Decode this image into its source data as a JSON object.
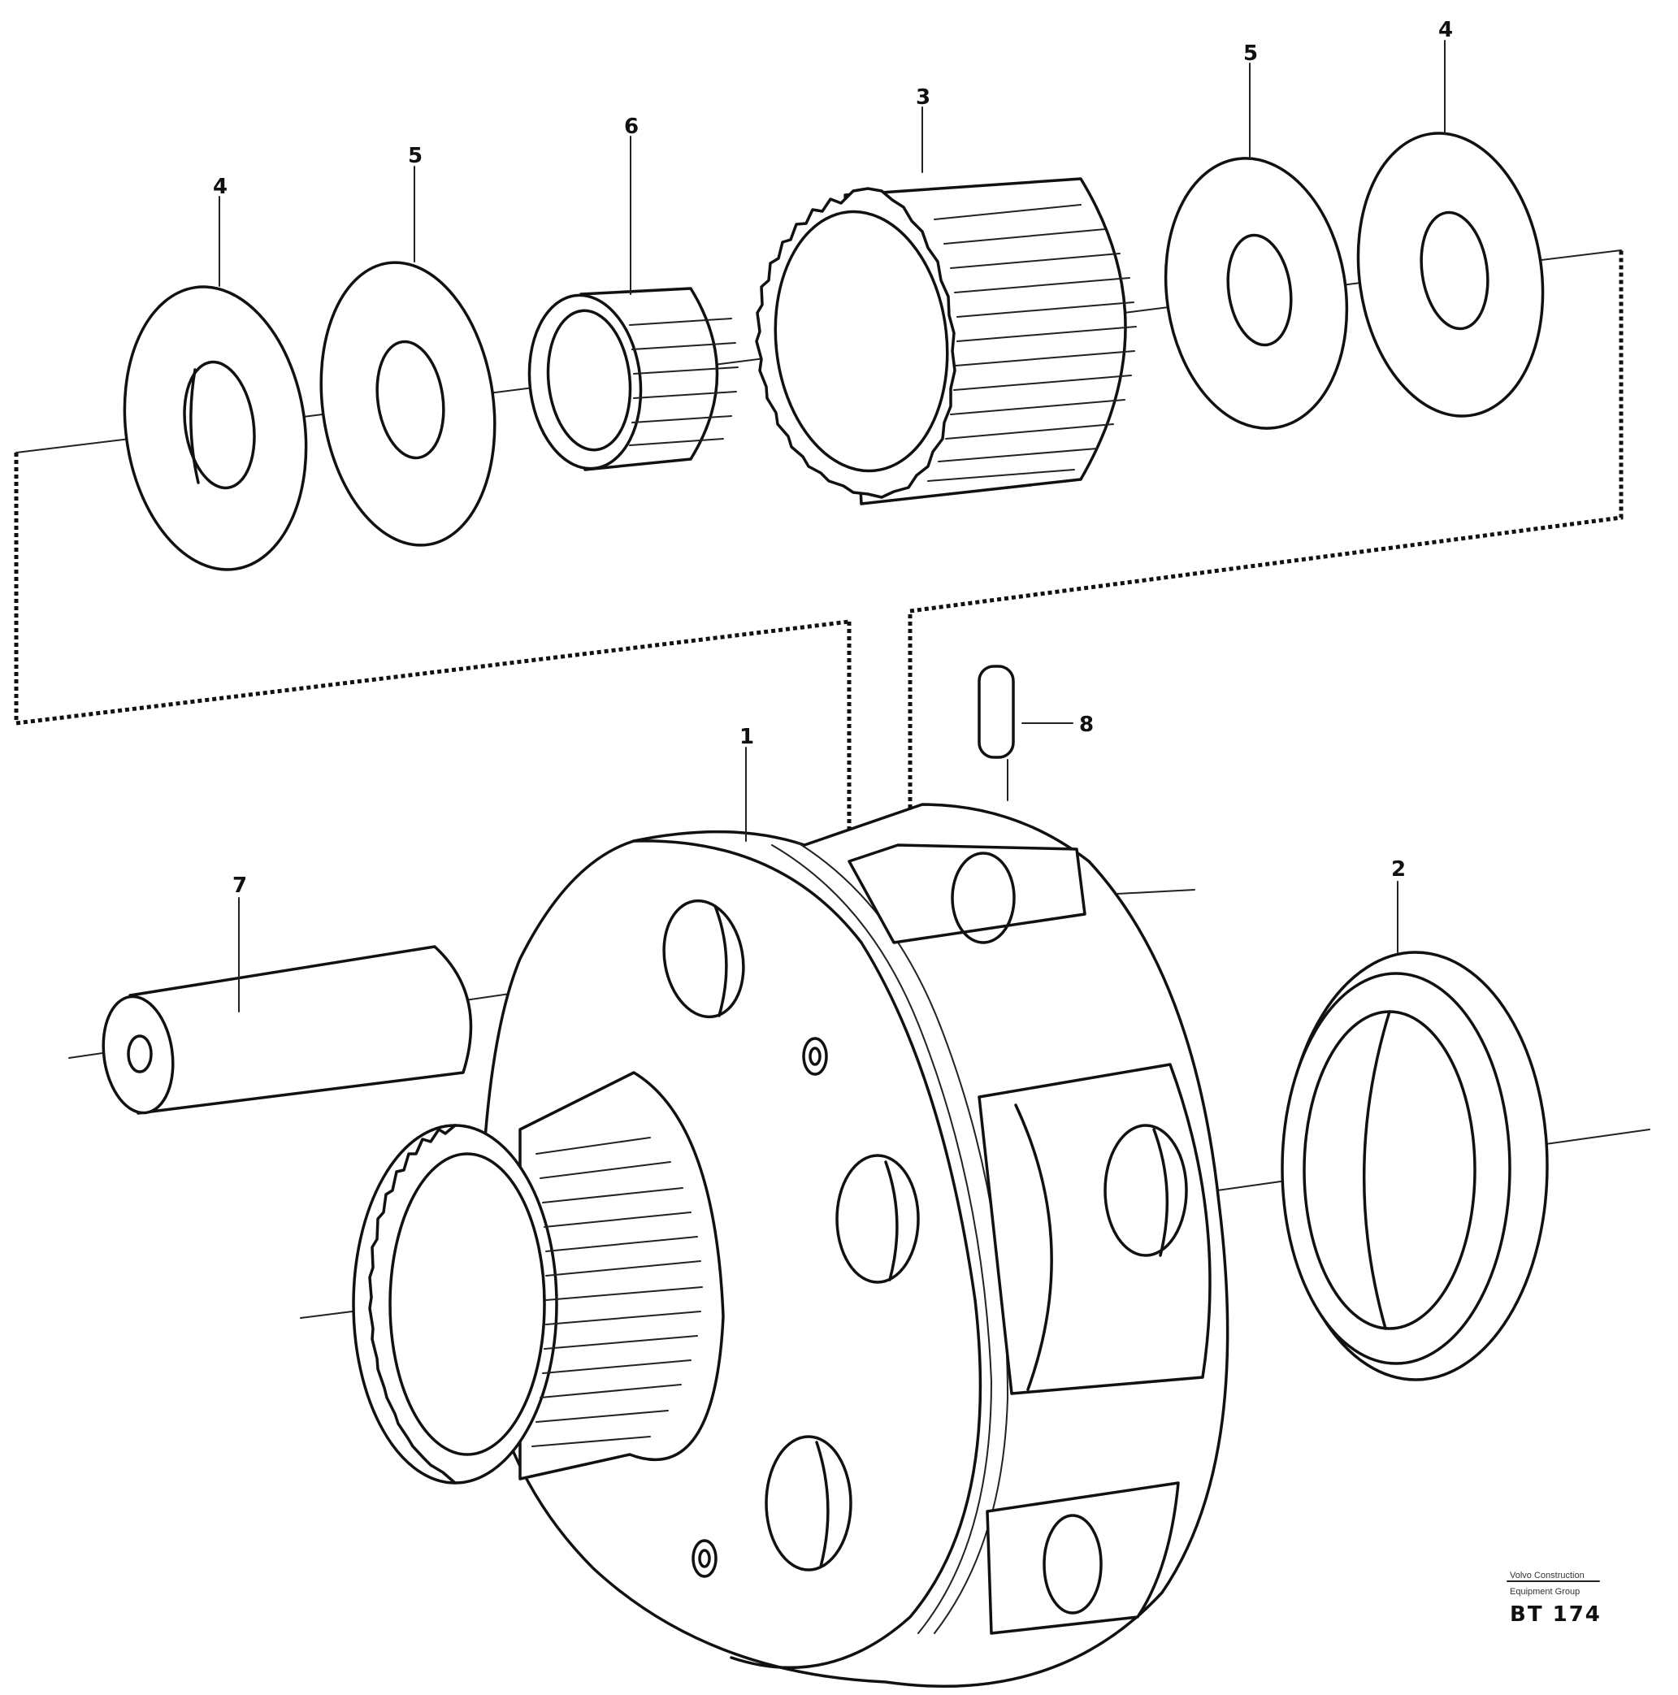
{
  "labels": {
    "washer_left_4": "4",
    "washer_left_5": "5",
    "bushing_6": "6",
    "planet_gear_3": "3",
    "washer_right_5": "5",
    "washer_right_4": "4",
    "lock_pin_8": "8",
    "planet_carrier_1": "1",
    "planet_pin_7": "7",
    "bearing_2": "2"
  },
  "stamp": {
    "line1": "Volvo Construction",
    "line2": "Equipment Group",
    "code": "BT 174"
  }
}
